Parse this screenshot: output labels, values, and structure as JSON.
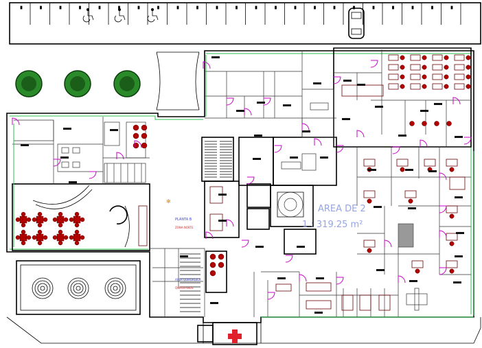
{
  "plan": {
    "level_label": "PLANTA B",
    "level_sublabel": "ZONA NORTE",
    "lower_label": "AREA QUIRURGICA",
    "lower_sublabel": "QUIROFANOS",
    "area_title": "AREA DE 2",
    "area_scale": "1 : 319.25 m²"
  },
  "colors": {
    "wall": "#000000",
    "partition_green": "#2bc24a",
    "door_magenta": "#c800c8",
    "furniture_red": "#b00000",
    "tree_green": "#1e7a1e",
    "label_blue": "#3d48d6",
    "area_blue": "#8a9be0",
    "cross_red": "#e0202a"
  },
  "icons": {
    "parking_accessible": "wheelchair-icon",
    "ambulance": "ambulance-icon",
    "car": "car-icon",
    "tree": "tree-icon"
  }
}
